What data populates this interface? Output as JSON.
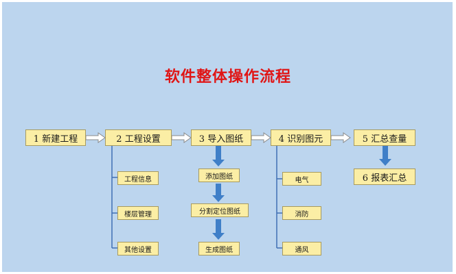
{
  "title": "软件整体操作流程",
  "colors": {
    "background": "#bcd5ee",
    "box_fill": "#fbeea5",
    "title": "#e01515",
    "arrow_fill": "#3f7fc8",
    "connector": "#3f6fb3"
  },
  "steps": [
    {
      "label": "1 新建工程"
    },
    {
      "label": "2 工程设置",
      "children": [
        "工程信息",
        "楼层管理",
        "其他设置"
      ]
    },
    {
      "label": "3 导入图纸",
      "children": [
        "添加图纸",
        "分割定位图纸",
        "生成图纸"
      ]
    },
    {
      "label": "4 识别图元",
      "children": [
        "电气",
        "消防",
        "通风"
      ]
    },
    {
      "label": "5 汇总查量",
      "children": [
        "6 报表汇总"
      ]
    }
  ]
}
